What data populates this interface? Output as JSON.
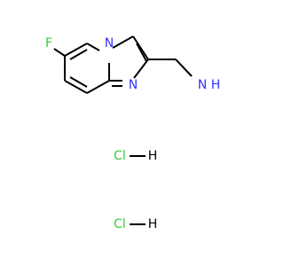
{
  "molecule": {
    "atoms": {
      "F": "F",
      "N_ring": "N",
      "N_imidazole": "N",
      "N_amine": "N",
      "H_amine": "H"
    },
    "salts": [
      {
        "cl": "Cl",
        "h": "H"
      },
      {
        "cl": "Cl",
        "h": "H"
      }
    ]
  },
  "colors": {
    "fluorine": "#33cc33",
    "nitrogen": "#3333ff",
    "chlorine": "#33cc33",
    "hydrogen": "#000000",
    "bond": "#000000"
  }
}
